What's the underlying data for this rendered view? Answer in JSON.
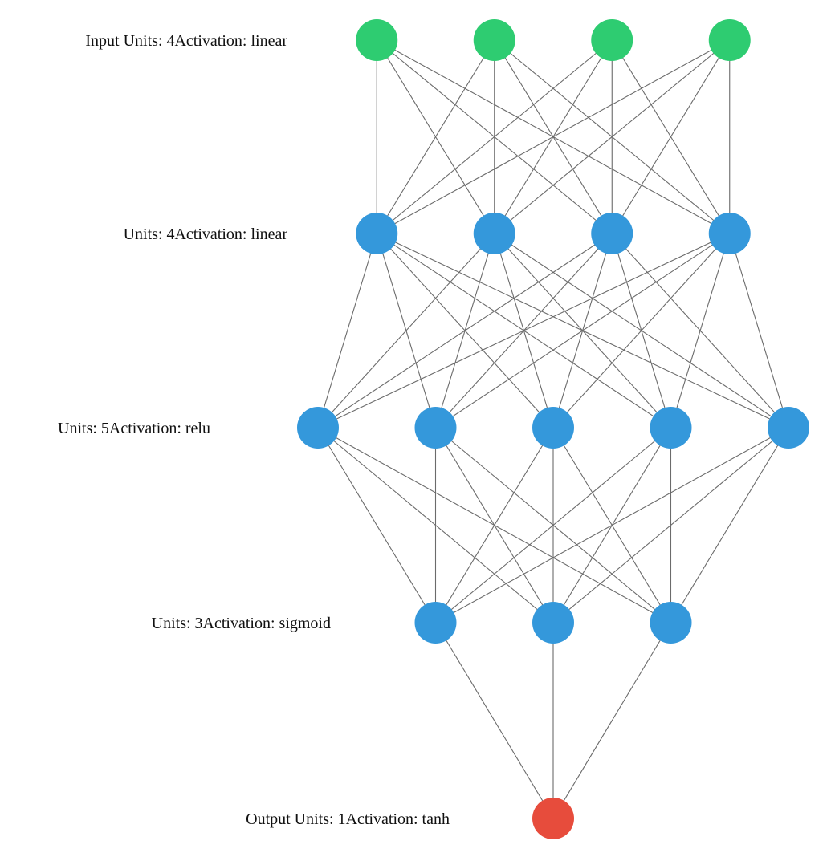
{
  "diagram": {
    "type": "neural-network",
    "colors": {
      "input": "#2ecc71",
      "hidden": "#3498db",
      "output": "#e74c3c",
      "edge": "#6b6b6b"
    },
    "layers": [
      {
        "label": "Input Units: 4Activation: linear",
        "units": 4,
        "kind": "input"
      },
      {
        "label": "Units: 4Activation: linear",
        "units": 4,
        "kind": "hidden"
      },
      {
        "label": "Units: 5Activation: relu",
        "units": 5,
        "kind": "hidden"
      },
      {
        "label": "Units: 3Activation: sigmoid",
        "units": 3,
        "kind": "hidden"
      },
      {
        "label": "Output Units: 1Activation: tanh",
        "units": 1,
        "kind": "output"
      }
    ]
  }
}
